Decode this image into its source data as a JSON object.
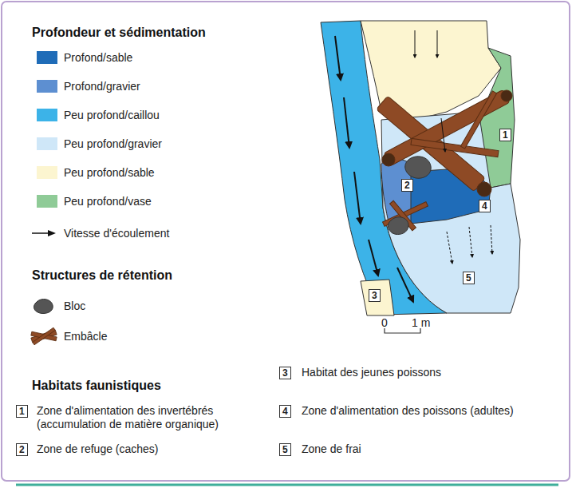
{
  "diagram": {
    "labels": [
      "Profondeur et sédimentation",
      "Structures de rétention",
      "Habitats faunistiques",
      "1",
      "2",
      "4",
      "5",
      "3",
      "0",
      "1 m",
      "3",
      "Habitat des jeunes poissons",
      "1",
      "Zone d'alimentation des invertébrés (accumulation de matière organique)",
      "4",
      "Zone d'alimentation des poissons (adultes)",
      "2",
      "Zone de refuge (caches)",
      "5",
      "Zone de frai"
    ],
    "legend": [
      {
        "text": "Profond/sable",
        "color": "#1f6cb8"
      },
      {
        "text": "Profond/gravier",
        "color": "#5d8fd1"
      },
      {
        "text": "Peu profond/caillou",
        "color": "#3cb3e8"
      },
      {
        "text": "Peu profond/gravier",
        "color": "#cfe7f8"
      },
      {
        "text": "Peu profond/sable",
        "color": "#fcf5d0"
      },
      {
        "text": "Peu profond/vase",
        "color": "#8fcb97"
      },
      {
        "text": "Vitesse d'écoulement"
      },
      {
        "text": "Bloc"
      },
      {
        "text": "Embâcle"
      }
    ]
  }
}
